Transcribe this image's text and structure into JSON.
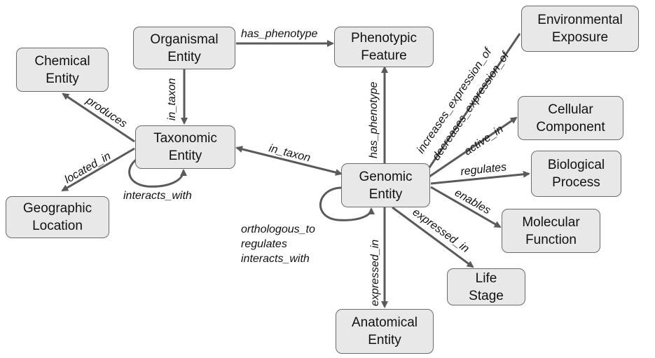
{
  "nodes": {
    "organismal": "Organismal\nEntity",
    "phenotypic": "Phenotypic\nFeature",
    "environmental": "Environmental\nExposure",
    "chemical": "Chemical\nEntity",
    "taxonomic": "Taxonomic\nEntity",
    "cellular": "Cellular\nComponent",
    "genomic": "Genomic\nEntity",
    "biological": "Biological\nProcess",
    "geographic": "Geographic\nLocation",
    "molecular": "Molecular\nFunction",
    "life_stage": "Life\nStage",
    "anatomical": "Anatomical\nEntity"
  },
  "edges": {
    "organismal_has_phenotype": "has_phenotype",
    "organismal_in_taxon": "in_taxon",
    "taxonomic_produces": "produces",
    "taxonomic_located_in": "located_in",
    "taxonomic_interacts_with": "interacts_with",
    "genomic_in_taxon": "in_taxon",
    "genomic_has_phenotype": "has_phenotype",
    "genomic_increases_expression_of": "increases_expression_of",
    "genomic_decreases_expression_of": "decreases_expression_of",
    "genomic_active_in": "active_in",
    "genomic_regulates": "regulates",
    "genomic_enables": "enables",
    "genomic_expressed_in_life_stage": "expressed_in",
    "genomic_expressed_in_anatomical": "expressed_in",
    "genomic_self_orthologous_to": "orthologous_to",
    "genomic_self_regulates": "regulates",
    "genomic_self_interacts_with": "interacts_with"
  }
}
